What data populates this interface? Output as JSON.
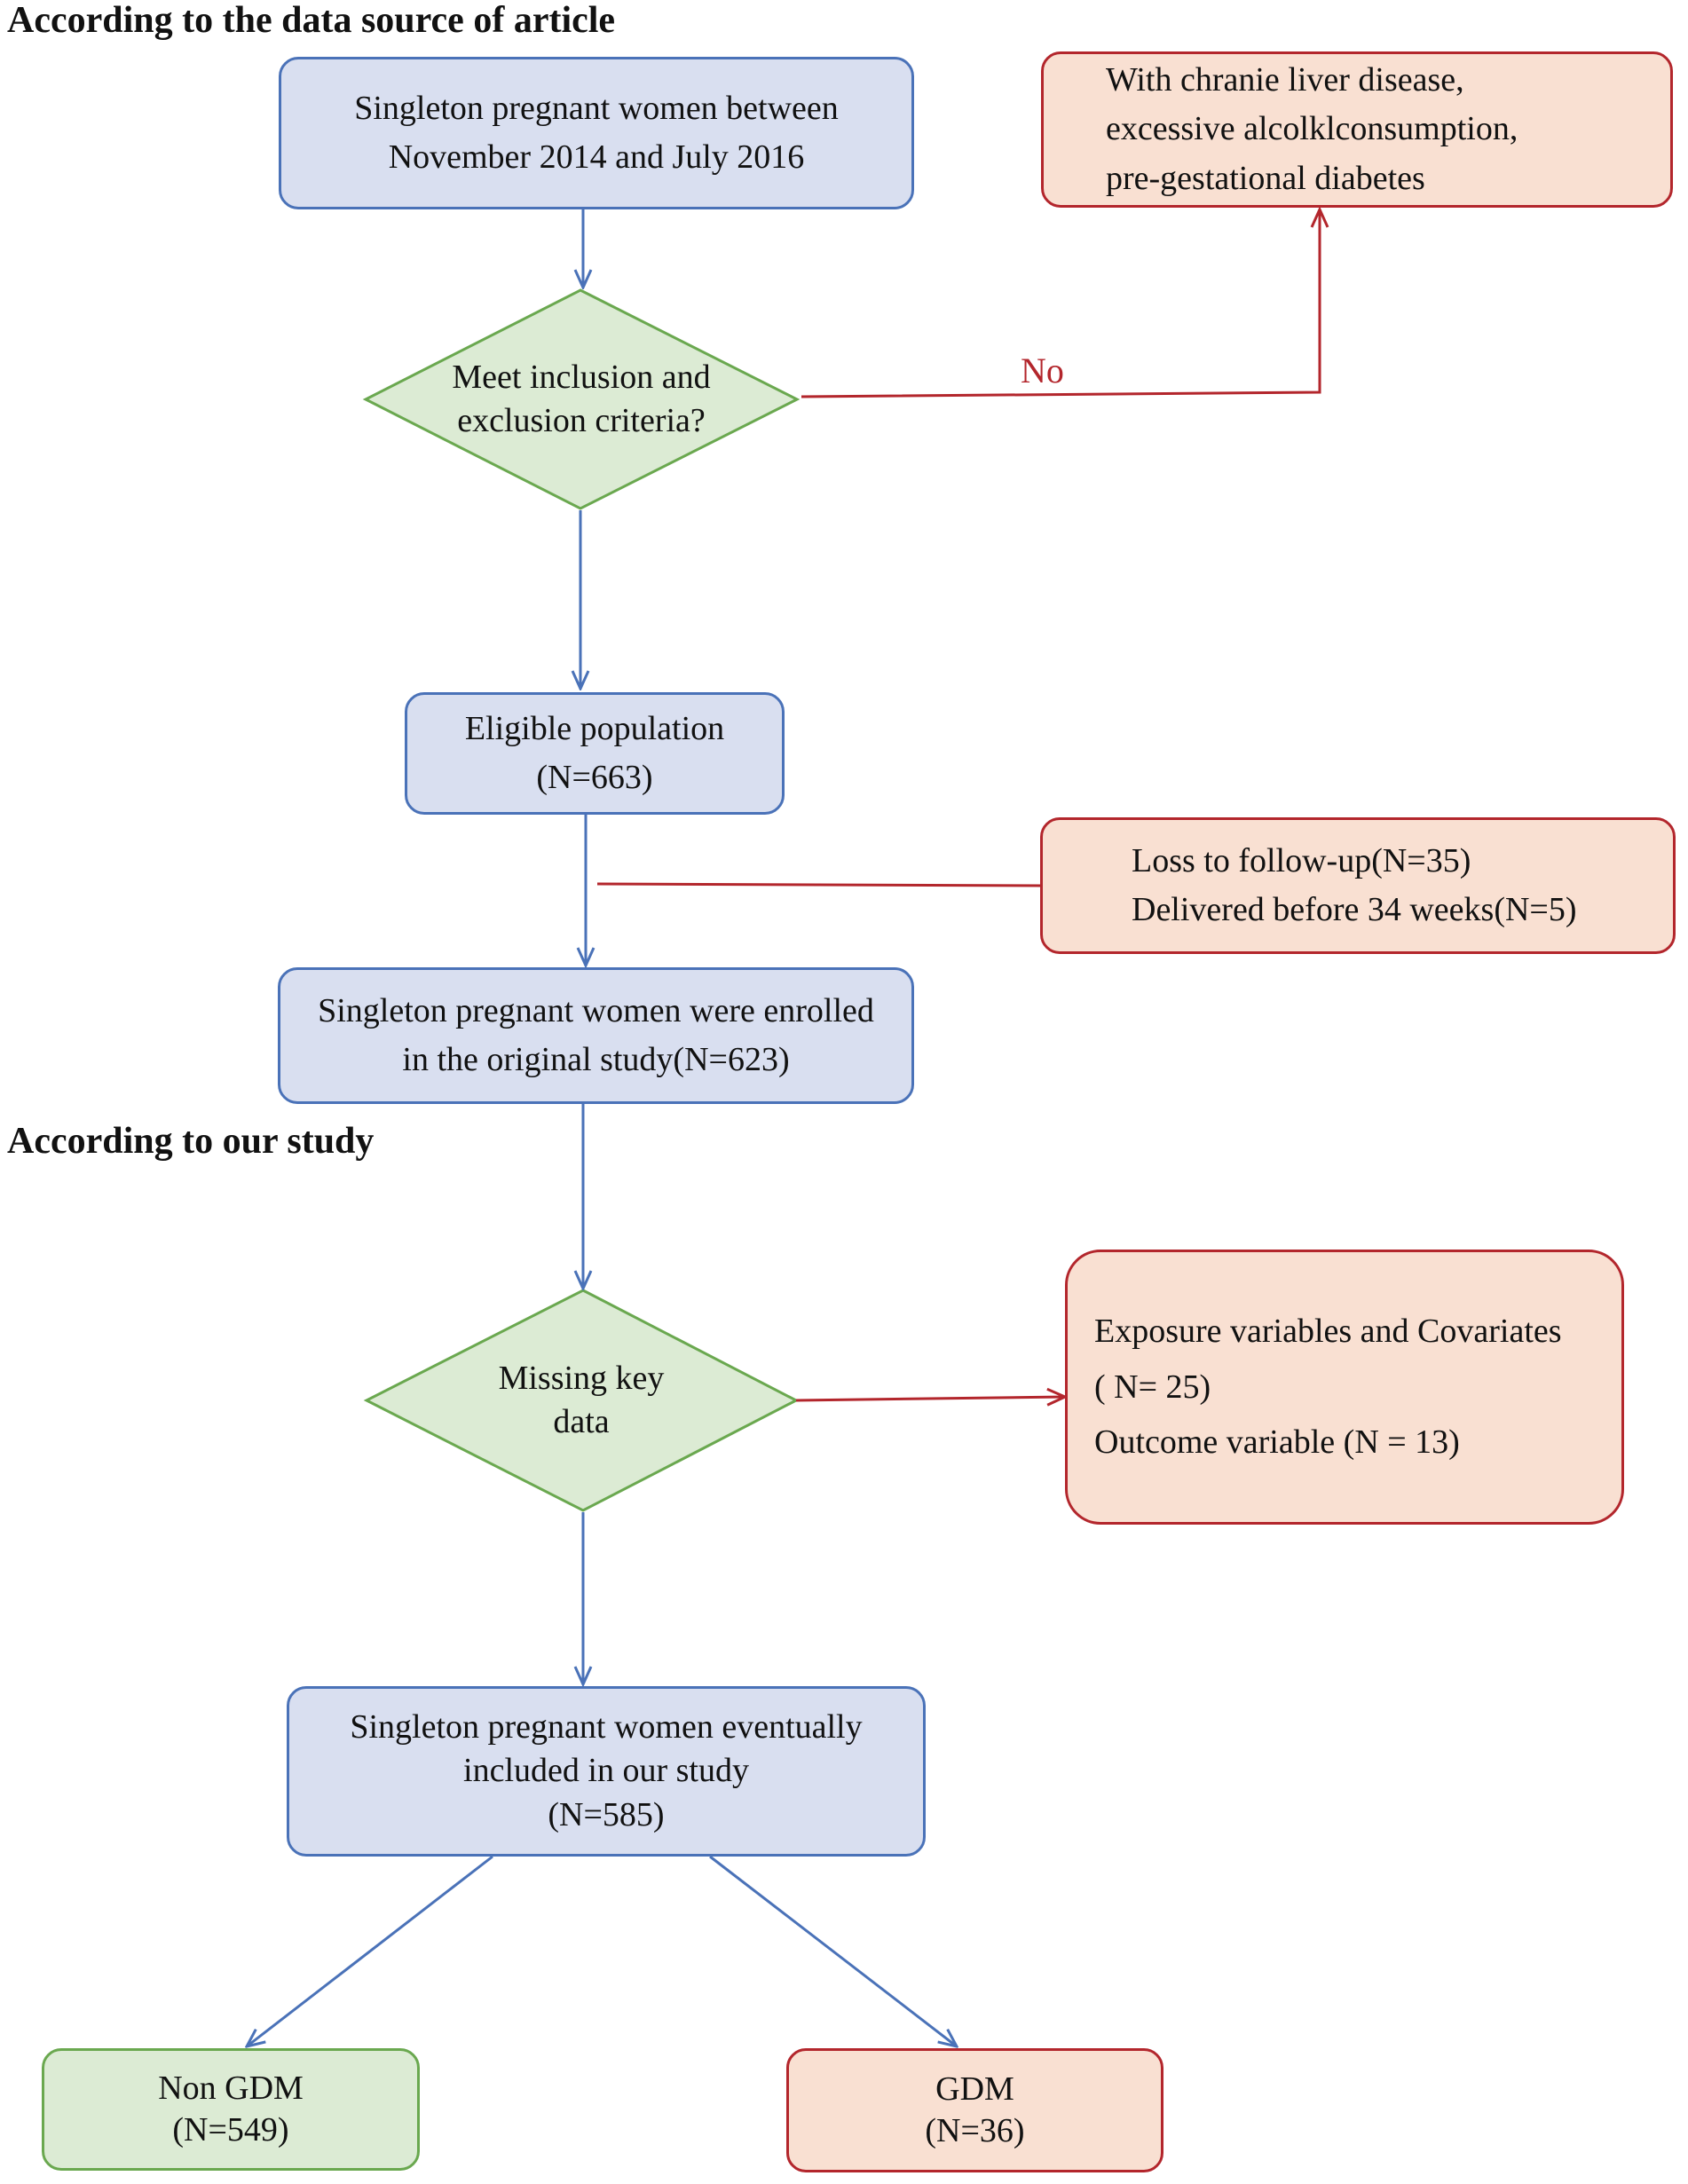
{
  "sections": {
    "source": "According to the data source of article",
    "ours": "According to our study"
  },
  "nodes": {
    "start": [
      "Singleton pregnant women  between",
      "November 2014 and July 2016"
    ],
    "excl1": [
      "With chranie liver disease,",
      "excessive alcolklconsumption,",
      "pre-gestational diabetes"
    ],
    "decision1": [
      "Meet inclusion and",
      "exclusion  criteria?"
    ],
    "eligible": [
      "Eligible population",
      "(N=663)"
    ],
    "loss": [
      "Loss to follow-up(N=35)",
      "Delivered before 34 weeks(N=5)"
    ],
    "enrolled": [
      "Singleton pregnant women were enrolled",
      "in the original study(N=623)"
    ],
    "decision2": [
      "Missing key",
      "data"
    ],
    "missing": [
      "Exposure variables and Covariates",
      "( N= 25)",
      "Outcome variable (N = 13)"
    ],
    "included": [
      "Singleton pregnant women eventually",
      "included in our study",
      "(N=585)"
    ],
    "nongdm": [
      "Non GDM",
      "(N=549)"
    ],
    "gdm": [
      "GDM",
      "(N=36)"
    ]
  },
  "edge_labels": {
    "no": "No"
  },
  "colors": {
    "blue_fill": "#d9dff0",
    "blue_stroke": "#4a72b8",
    "red_fill": "#f9e0d2",
    "red_stroke": "#b3262c",
    "green_fill": "#dcebd4",
    "green_stroke": "#6aa84f"
  }
}
